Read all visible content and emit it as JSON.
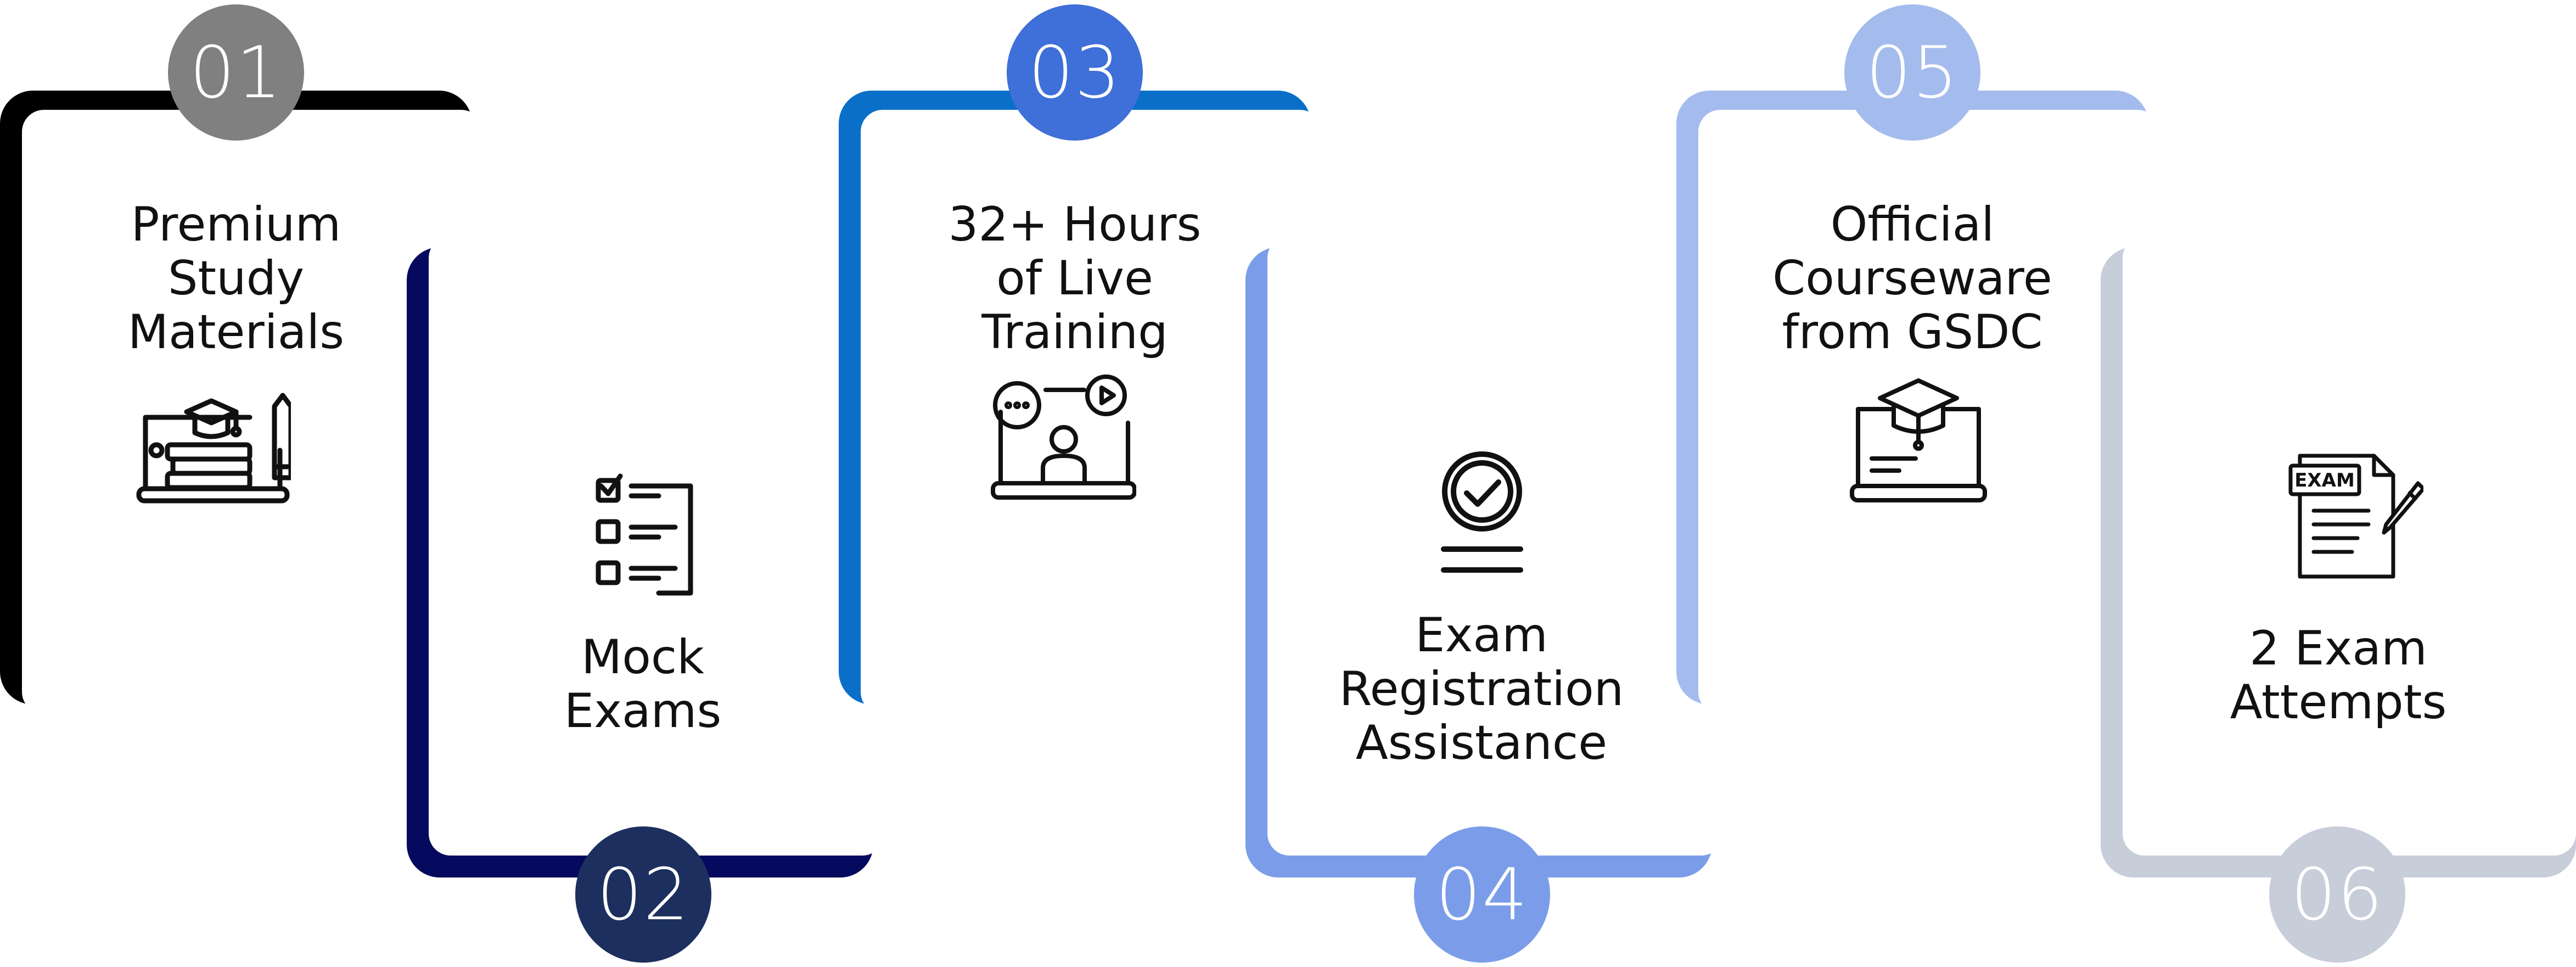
{
  "steps": [
    {
      "number": "01",
      "title": "Premium\nStudy\nMaterials",
      "color": "#000000",
      "badge_color": "#808080",
      "icon": "study-materials-icon"
    },
    {
      "number": "02",
      "title": "Mock\nExams",
      "color": "#050a5e",
      "badge_color": "#1c2f5e",
      "icon": "checklist-icon"
    },
    {
      "number": "03",
      "title": "32+ Hours\nof Live\nTraining",
      "color": "#0a6fc8",
      "badge_color": "#3f6fd8",
      "icon": "live-training-icon"
    },
    {
      "number": "04",
      "title": "Exam\nRegistration\nAssistance",
      "color": "#7b9de9",
      "badge_color": "#7b9de9",
      "icon": "check-circle-icon"
    },
    {
      "number": "05",
      "title": "Official\nCourseware\nfrom GSDC",
      "color": "#a4bced",
      "badge_color": "#a4bced",
      "icon": "online-course-icon"
    },
    {
      "number": "06",
      "title": "2 Exam\nAttempts",
      "color": "#c7cdd9",
      "badge_color": "#c7cdd9",
      "icon": "exam-paper-icon"
    }
  ],
  "exam_icon_label": "EXAM"
}
